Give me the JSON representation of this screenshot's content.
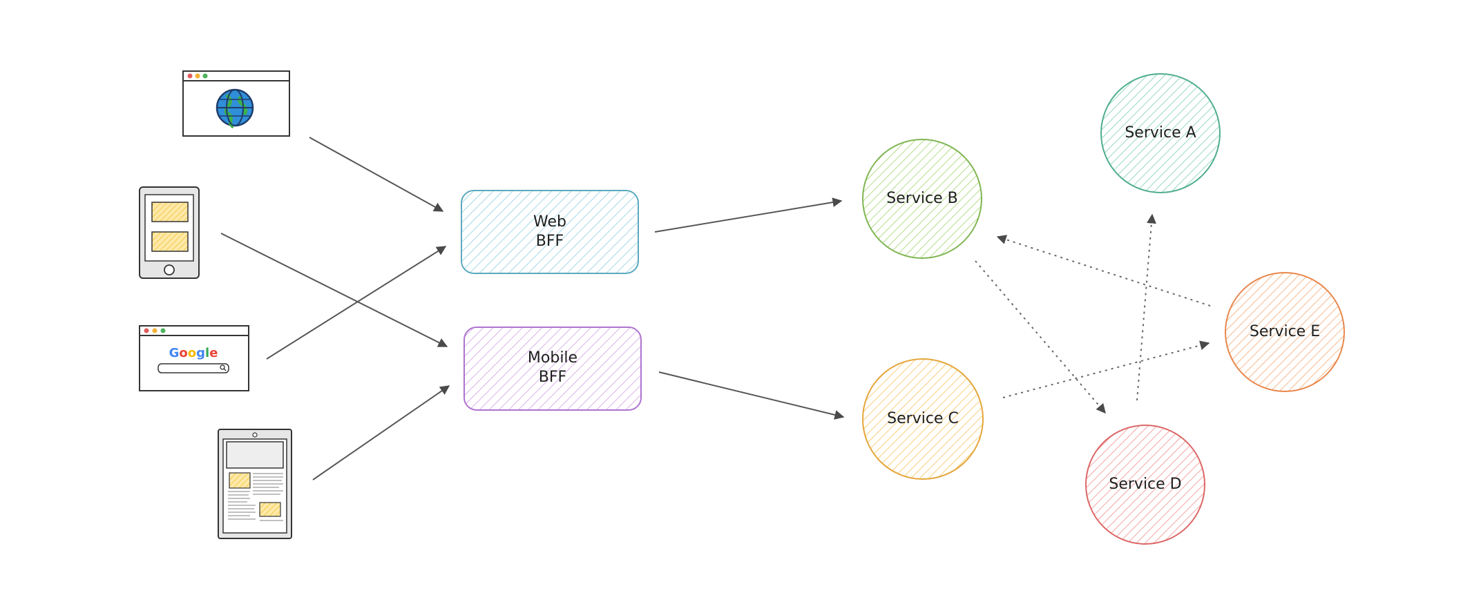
{
  "diagram": {
    "clients": [
      {
        "name": "web-browser",
        "icon": "globe-icon"
      },
      {
        "name": "mobile-phone",
        "icon": "smartphone-icon"
      },
      {
        "name": "search-browser",
        "icon": "search-browser-icon",
        "logo_letters": [
          {
            "ch": "G",
            "color": "#4285f4"
          },
          {
            "ch": "o",
            "color": "#ea4335"
          },
          {
            "ch": "o",
            "color": "#fbbc05"
          },
          {
            "ch": "g",
            "color": "#4285f4"
          },
          {
            "ch": "l",
            "color": "#34a853"
          },
          {
            "ch": "e",
            "color": "#ea4335"
          }
        ]
      },
      {
        "name": "tablet",
        "icon": "tablet-icon"
      }
    ],
    "bffs": [
      {
        "id": "web-bff",
        "line1": "Web",
        "line2": "BFF",
        "fill": "#a5d8e6",
        "stroke": "#5aa9bd"
      },
      {
        "id": "mobile-bff",
        "line1": "Mobile",
        "line2": "BFF",
        "fill": "#d8b4ea",
        "stroke": "#ae72cf"
      }
    ],
    "services": [
      {
        "id": "service-a",
        "label": "Service A",
        "fill": "#96d8c0",
        "stroke": "#4fae8c"
      },
      {
        "id": "service-b",
        "label": "Service B",
        "fill": "#b5dc8a",
        "stroke": "#7fb551"
      },
      {
        "id": "service-c",
        "label": "Service C",
        "fill": "#f8cf7c",
        "stroke": "#e5a63a"
      },
      {
        "id": "service-d",
        "label": "Service D",
        "fill": "#f4a4a4",
        "stroke": "#dc6666"
      },
      {
        "id": "service-e",
        "label": "Service E",
        "fill": "#f7b98c",
        "stroke": "#e8874b"
      }
    ]
  }
}
